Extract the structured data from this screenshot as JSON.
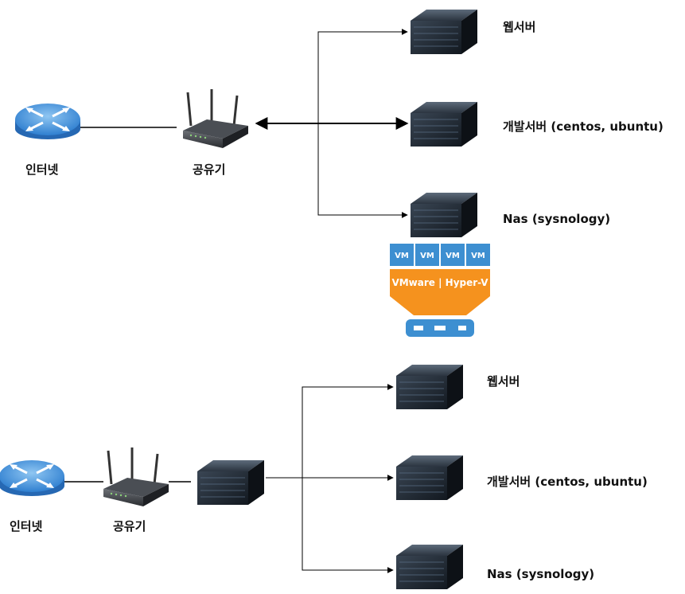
{
  "top": {
    "internet_label": "인터넷",
    "router_label": "공유기",
    "servers": [
      {
        "label": "웹서버"
      },
      {
        "label": "개발서버 (centos, ubuntu)"
      },
      {
        "label": "Nas (sysnology)"
      }
    ]
  },
  "hypervisor": {
    "vms": [
      "VM",
      "VM",
      "VM",
      "VM"
    ],
    "label": "VMware | Hyper-V",
    "colors": {
      "vm": "#3d8fd1",
      "hypervisor": "#f5921e",
      "hardware": "#3d8fd1"
    }
  },
  "bottom": {
    "internet_label": "인터넷",
    "router_label": "공유기",
    "servers": [
      {
        "label": "웹서버"
      },
      {
        "label": "개발서버 (centos, ubuntu)"
      },
      {
        "label": "Nas (sysnology)"
      }
    ]
  }
}
